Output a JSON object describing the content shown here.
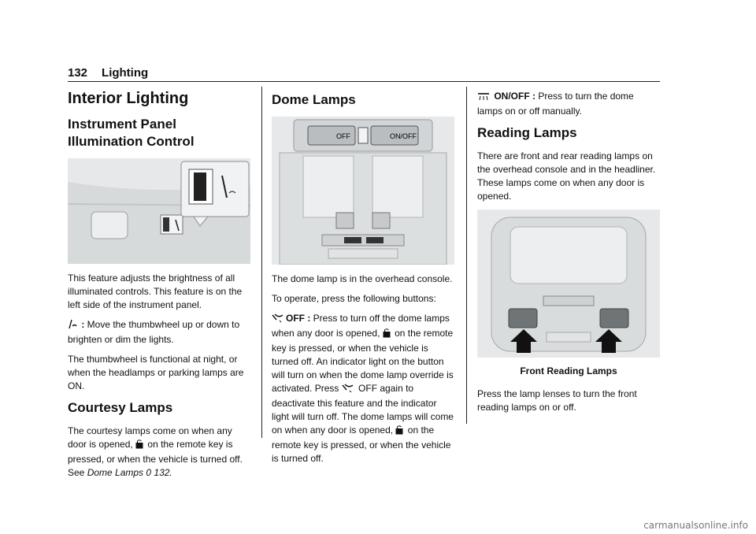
{
  "header": {
    "page_number": "132",
    "section": "Lighting"
  },
  "col1": {
    "h1": "Interior Lighting",
    "h2a": "Instrument Panel Illumination Control",
    "p1": "This feature adjusts the brightness of all illuminated controls. This feature is on the left side of the instrument panel.",
    "p2_label": " : ",
    "p2_text": "Move the thumbwheel up or down to brighten or dim the lights.",
    "p3": "The thumbwheel is functional at night, or when the headlamps or parking lamps are ON.",
    "h2b": "Courtesy Lamps",
    "p4a": "The courtesy lamps come on when any door is opened, ",
    "p4b": " on the remote key is pressed, or when the vehicle is turned off. See ",
    "p4_link": "Dome Lamps",
    "p4_ref": " 0 132."
  },
  "col2": {
    "h2": "Dome Lamps",
    "img_off": "OFF",
    "img_onoff": "ON/OFF",
    "p1": "The dome lamp is in the overhead console.",
    "p2": "To operate, press the following buttons:",
    "off_label": "OFF : ",
    "p3a": "Press to turn off the dome lamps when any door is opened, ",
    "p3b": " on the remote key is pressed, or when the vehicle is turned off. An indicator light on the button will turn on when the dome lamp override is activated. Press ",
    "p3c": " OFF again to deactivate this feature and the indicator light will turn off. The dome lamps will come on when any door is opened, ",
    "p3d": " on the remote key is pressed, or when the vehicle is turned off."
  },
  "col3": {
    "onoff_label": " ON/OFF : ",
    "p1": "Press to turn the dome lamps on or off manually.",
    "h2": "Reading Lamps",
    "p2": "There are front and rear reading lamps on the overhead console and in the headliner. These lamps come on when any door is opened.",
    "caption": "Front Reading Lamps",
    "p3": "Press the lamp lenses to turn the front reading lamps on or off."
  },
  "footer": "carmanualsonline.info"
}
